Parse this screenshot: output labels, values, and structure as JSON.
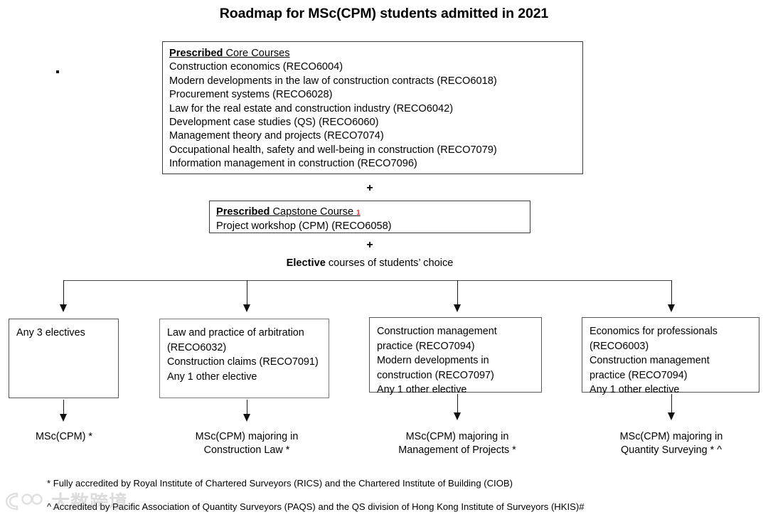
{
  "page": {
    "title": "Roadmap for MSc(CPM) students admitted in 2021"
  },
  "core_box": {
    "heading_bold": "Prescribed",
    "heading_rest": " Core Courses",
    "courses": [
      "Construction economics (RECO6004)",
      "Modern developments in the law of construction contracts (RECO6018)",
      "Procurement systems (RECO6028)",
      "Law for the real estate and construction industry (RECO6042)",
      "Development case studies (QS) (RECO6060)",
      "Management theory and projects (RECO7074)",
      "Occupational health, safety and well-being in construction (RECO7079)",
      "Information management in construction (RECO7096)"
    ]
  },
  "connector_plus_1": "+",
  "capstone_box": {
    "heading_bold": "Prescribed",
    "heading_rest": " Capstone Course ",
    "heading_superscript": "1",
    "courses": [
      "Project workshop (CPM) (RECO6058)"
    ]
  },
  "connector_plus_2": "+",
  "elective_caption": {
    "emphasis": "Elective",
    "rest": " courses of students’ choice"
  },
  "elective_tracks": [
    {
      "box_lines": [
        "Any 3 electives"
      ],
      "outcome_lines": [
        "MSc(CPM) *"
      ]
    },
    {
      "box_lines": [
        "Law and practice of arbitration",
        "(RECO6032)",
        "Construction claims (RECO7091)",
        "Any 1 other elective"
      ],
      "outcome_lines": [
        "MSc(CPM) majoring in",
        "Construction Law *"
      ]
    },
    {
      "box_lines": [
        "Construction management",
        "practice (RECO7094)",
        "Modern developments in",
        "construction (RECO7097)",
        "Any 1 other elective"
      ],
      "outcome_lines": [
        "MSc(CPM) majoring in",
        "Management of Projects *"
      ]
    },
    {
      "box_lines": [
        "Economics for professionals",
        "(RECO6003)",
        "Construction management",
        "practice (RECO7094)",
        "Any 1 other elective"
      ],
      "outcome_lines": [
        "MSc(CPM) majoring in",
        "Quantity Surveying * ^"
      ]
    }
  ],
  "footnotes": [
    "* Fully accredited by Royal Institute of Chartered Surveyors (RICS) and the Chartered Institute of Building (CIOB)",
    "^ Accredited by Pacific Association of Quantity Surveyors (PAQS) and the QS division of Hong Kong Institute of Surveyors (HKIS)#"
  ],
  "watermark": {
    "text": "大数跨境"
  },
  "colors": {
    "text": "#000000",
    "box_border": "#3a3a3a",
    "connector": "#1a1a1a",
    "superscript_red": "#e03030",
    "watermark": "#8d8d8d"
  }
}
